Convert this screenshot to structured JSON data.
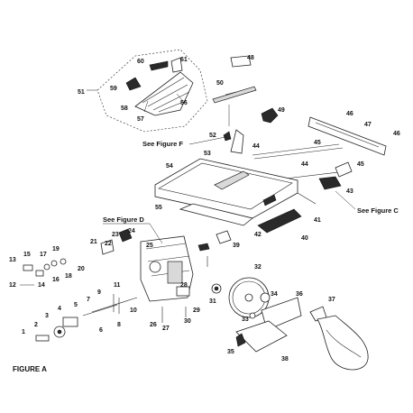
{
  "figure_caption": "FIGURE A",
  "references": {
    "figure_f": "See Figure F",
    "figure_d": "See Figure D",
    "figure_c": "See Figure C"
  },
  "part_numbers": [
    "1",
    "2",
    "3",
    "4",
    "5",
    "6",
    "7",
    "8",
    "9",
    "10",
    "11",
    "12",
    "13",
    "14",
    "15",
    "16",
    "17",
    "18",
    "19",
    "20",
    "21",
    "22",
    "23",
    "24",
    "25",
    "26",
    "27",
    "28",
    "29",
    "30",
    "31",
    "32",
    "33",
    "34",
    "35",
    "36",
    "37",
    "38",
    "39",
    "40",
    "41",
    "42",
    "43",
    "44",
    "45",
    "46",
    "47",
    "48",
    "49",
    "50",
    "51",
    "52",
    "53",
    "54",
    "55",
    "56",
    "57",
    "58",
    "59",
    "60",
    "61"
  ]
}
